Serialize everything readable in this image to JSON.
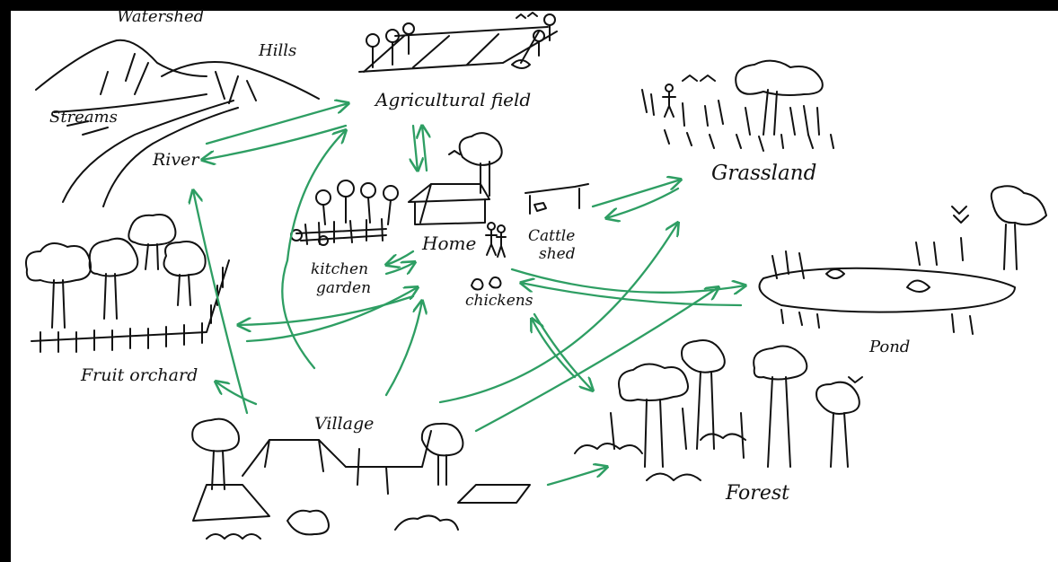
{
  "labels": {
    "watershed": "Watershed",
    "hills": "Hills",
    "streams": "Streams",
    "river": "River",
    "agricultural_field": "Agricultural field",
    "grassland": "Grassland",
    "home": "Home",
    "cattle": "Cattle",
    "shed": "shed",
    "kitchen": "kitchen",
    "garden": "garden",
    "chickens": "chickens",
    "pond": "Pond",
    "fruit_orchard": "Fruit orchard",
    "village": "Village",
    "forest": "Forest"
  },
  "colors": {
    "ink": "#111111",
    "arrow": "#2e9e63",
    "background": "#ffffff"
  }
}
